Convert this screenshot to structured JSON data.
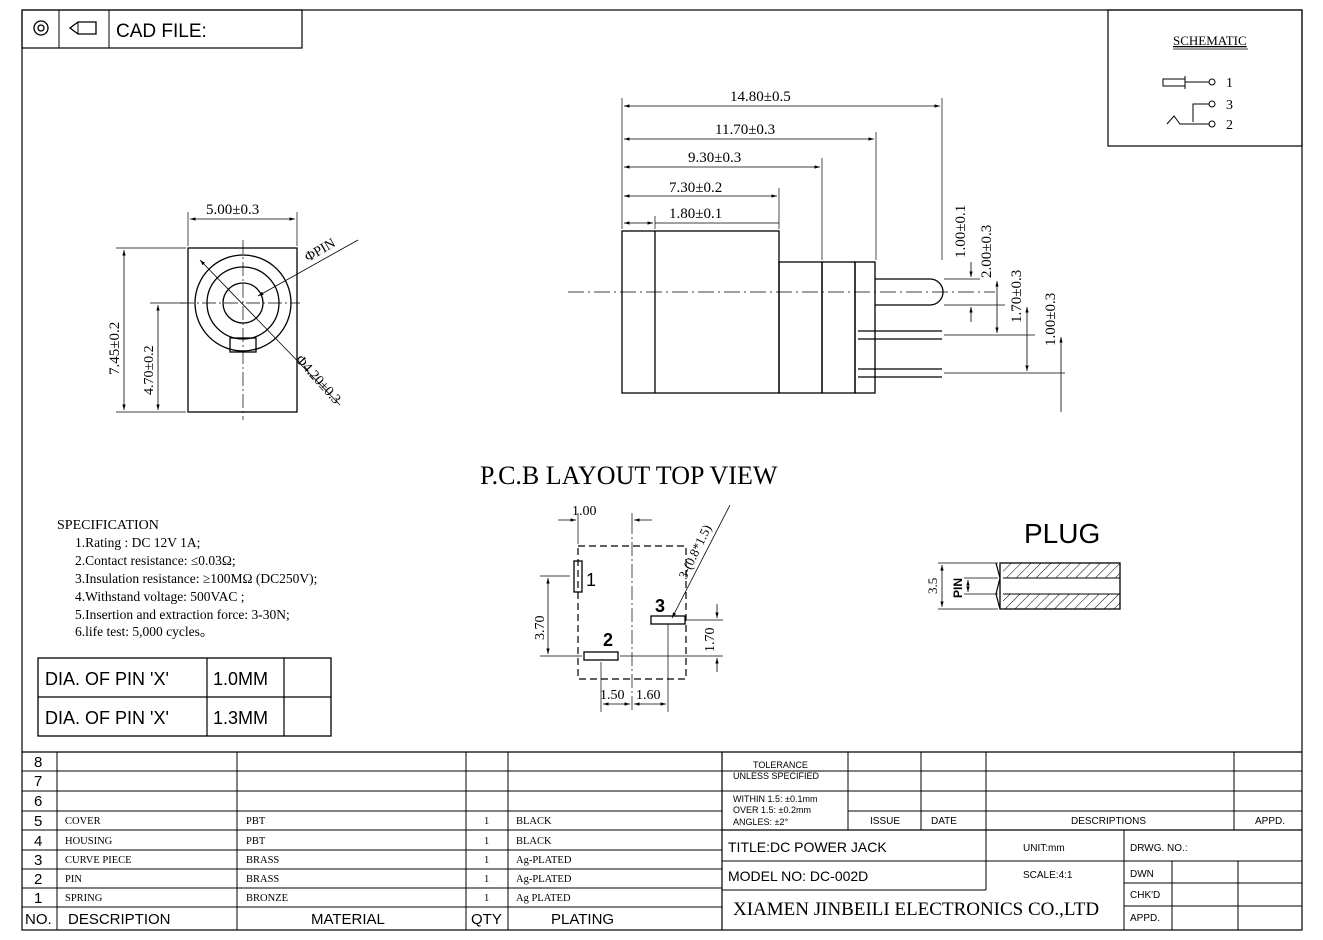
{
  "header": {
    "cad_file": "CAD FILE:"
  },
  "schematic": {
    "title": "SCHEMATIC",
    "pin1": "1",
    "pin3": "3",
    "pin2": "2"
  },
  "front_view": {
    "width_dim": "5.00±0.3",
    "height_dim": "7.45±0.2",
    "center_dim": "4.70±0.2",
    "pin_label": "ΦPIN",
    "outer_dia": "Φ4.20±0.3"
  },
  "side_view": {
    "dims": [
      "14.80±0.5",
      "11.70±0.3",
      "9.30±0.3",
      "7.30±0.2",
      "1.80±0.1"
    ],
    "vdims": [
      "1.00±0.1",
      "2.00±0.3",
      "1.70±0.3",
      "1.00±0.3"
    ]
  },
  "pcb": {
    "title": "P.C.B LAYOUT TOP VIEW",
    "d_top": "1.00",
    "d_hole": "3-(0.8*1.5)",
    "d_left": "3.70",
    "d_right": "1.70",
    "d_b1": "1.50",
    "d_b2": "1.60",
    "pad1": "1",
    "pad2": "2",
    "pad3": "3"
  },
  "plug": {
    "title": "PLUG",
    "dia": "3.5",
    "pin": "PIN"
  },
  "specification": {
    "title": "SPECIFICATION",
    "lines": [
      "1.Rating : DC 12V 1A;",
      "2.Contact resistance: ≤0.03Ω;",
      "3.Insulation resistance: ≥100MΩ (DC250V);",
      "4.Withstand voltage: 500VAC ;",
      "5.Insertion and extraction force: 3-30N;",
      "6.life test: 5,000 cycles。"
    ]
  },
  "dia_table": [
    {
      "label": "DIA. OF PIN 'X'",
      "value": "1.0MM"
    },
    {
      "label": "DIA. OF PIN 'X'",
      "value": "1.3MM"
    }
  ],
  "bom": {
    "rows": [
      {
        "no": "8",
        "desc": "",
        "mat": "",
        "qty": "",
        "plating": ""
      },
      {
        "no": "7",
        "desc": "",
        "mat": "",
        "qty": "",
        "plating": ""
      },
      {
        "no": "6",
        "desc": "",
        "mat": "",
        "qty": "",
        "plating": ""
      },
      {
        "no": "5",
        "desc": "COVER",
        "mat": "PBT",
        "qty": "1",
        "plating": "BLACK"
      },
      {
        "no": "4",
        "desc": "HOUSING",
        "mat": "PBT",
        "qty": "1",
        "plating": "BLACK"
      },
      {
        "no": "3",
        "desc": "CURVE PIECE",
        "mat": "BRASS",
        "qty": "1",
        "plating": "Ag-PLATED"
      },
      {
        "no": "2",
        "desc": "PIN",
        "mat": "BRASS",
        "qty": "1",
        "plating": "Ag-PLATED"
      },
      {
        "no": "1",
        "desc": "SPRING",
        "mat": "BRONZE",
        "qty": "1",
        "plating": "Ag PLATED"
      }
    ],
    "headers": {
      "no": "NO.",
      "desc": "DESCRIPTION",
      "mat": "MATERIAL",
      "qty": "QTY",
      "plating": "PLATING"
    }
  },
  "title_block": {
    "tol1": "TOLERANCE",
    "tol2": "UNLESS SPECIFIED",
    "w1": "WITHIN 1.5: ±0.1mm",
    "w2": "OVER 1.5:  ±0.2mm",
    "w3": "ANGLES: ±2°",
    "issue": "ISSUE",
    "date": "DATE",
    "descriptions": "DESCRIPTIONS",
    "appd": "APPD.",
    "title": "TITLE:DC POWER JACK",
    "unit": "UNIT:mm",
    "drwg": "DRWG. NO.:",
    "model": "MODEL NO: DC-002D",
    "scale": "SCALE:4:1",
    "dwn": "DWN",
    "chkd": "CHK'D",
    "appd2": "APPD.",
    "company": "XIAMEN JINBEILI ELECTRONICS CO.,LTD"
  }
}
